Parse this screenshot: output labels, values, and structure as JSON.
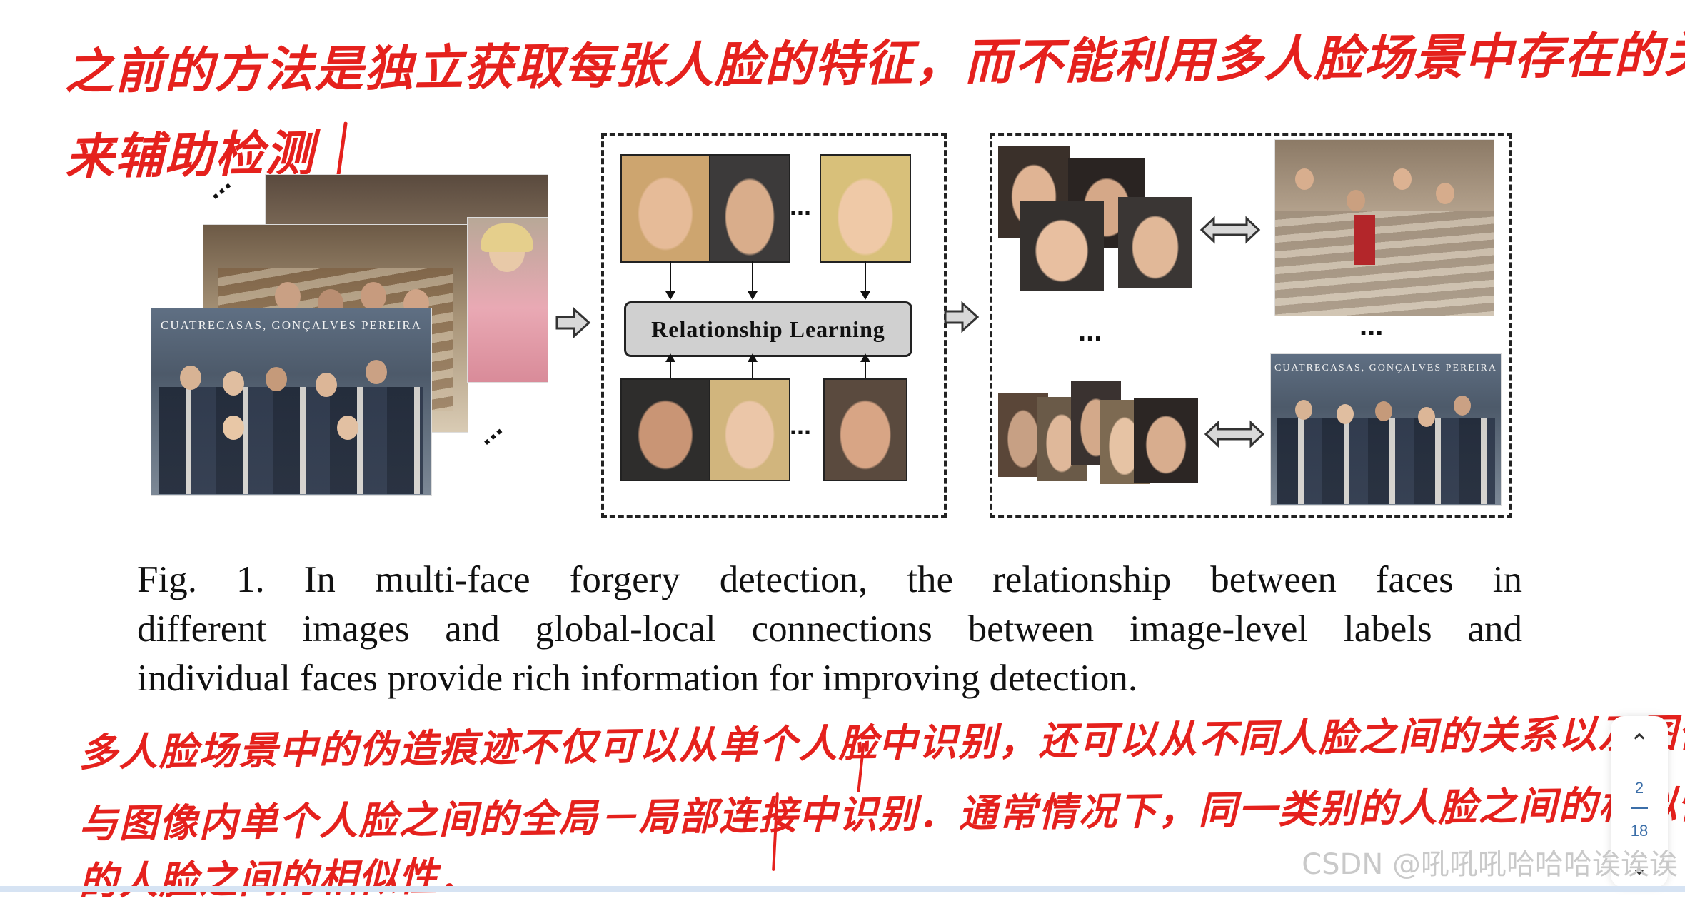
{
  "annotations": {
    "top_line1": "之前的方法是独立获取每张人脸的特征，而不能利用多人脸场景中存在的关系",
    "top_line2": "来辅助检测",
    "bottom_line1": "多人脸场景中的伪造痕迹不仅可以从单个人脸中识别，还可以从不同人脸之间的关系以及图像级标签",
    "bottom_line2": "与图像内单个人脸之间的全局－局部连接中识别．通常情况下，同一类别的人脸之间的相似性高于不同类别",
    "bottom_line3": "的人脸之间的相似性．"
  },
  "figure": {
    "photo_banner": "CUATRECASAS, GONÇALVES PEREIRA",
    "module_label": "Relationship  Learning",
    "ellipsis": "..."
  },
  "caption": {
    "line1": "Fig. 1.    In multi-face forgery detection, the relationship between faces in",
    "line2": "different images and global-local connections between image-level labels and",
    "line3": "individual faces provide rich information for improving detection."
  },
  "pager": {
    "current": "2",
    "total": "18"
  },
  "watermark": "CSDN @吼吼吼哈哈哈诶诶诶",
  "colors": {
    "annotation": "#e5211d",
    "text": "#111111",
    "pager_accent": "#3b6ea8"
  },
  "icons": {
    "pager_up": "chevron-up-icon",
    "pager_down": "chevron-down-icon",
    "flow_arrow": "hollow-right-arrow-icon",
    "double_arrow": "hollow-double-arrow-icon"
  }
}
